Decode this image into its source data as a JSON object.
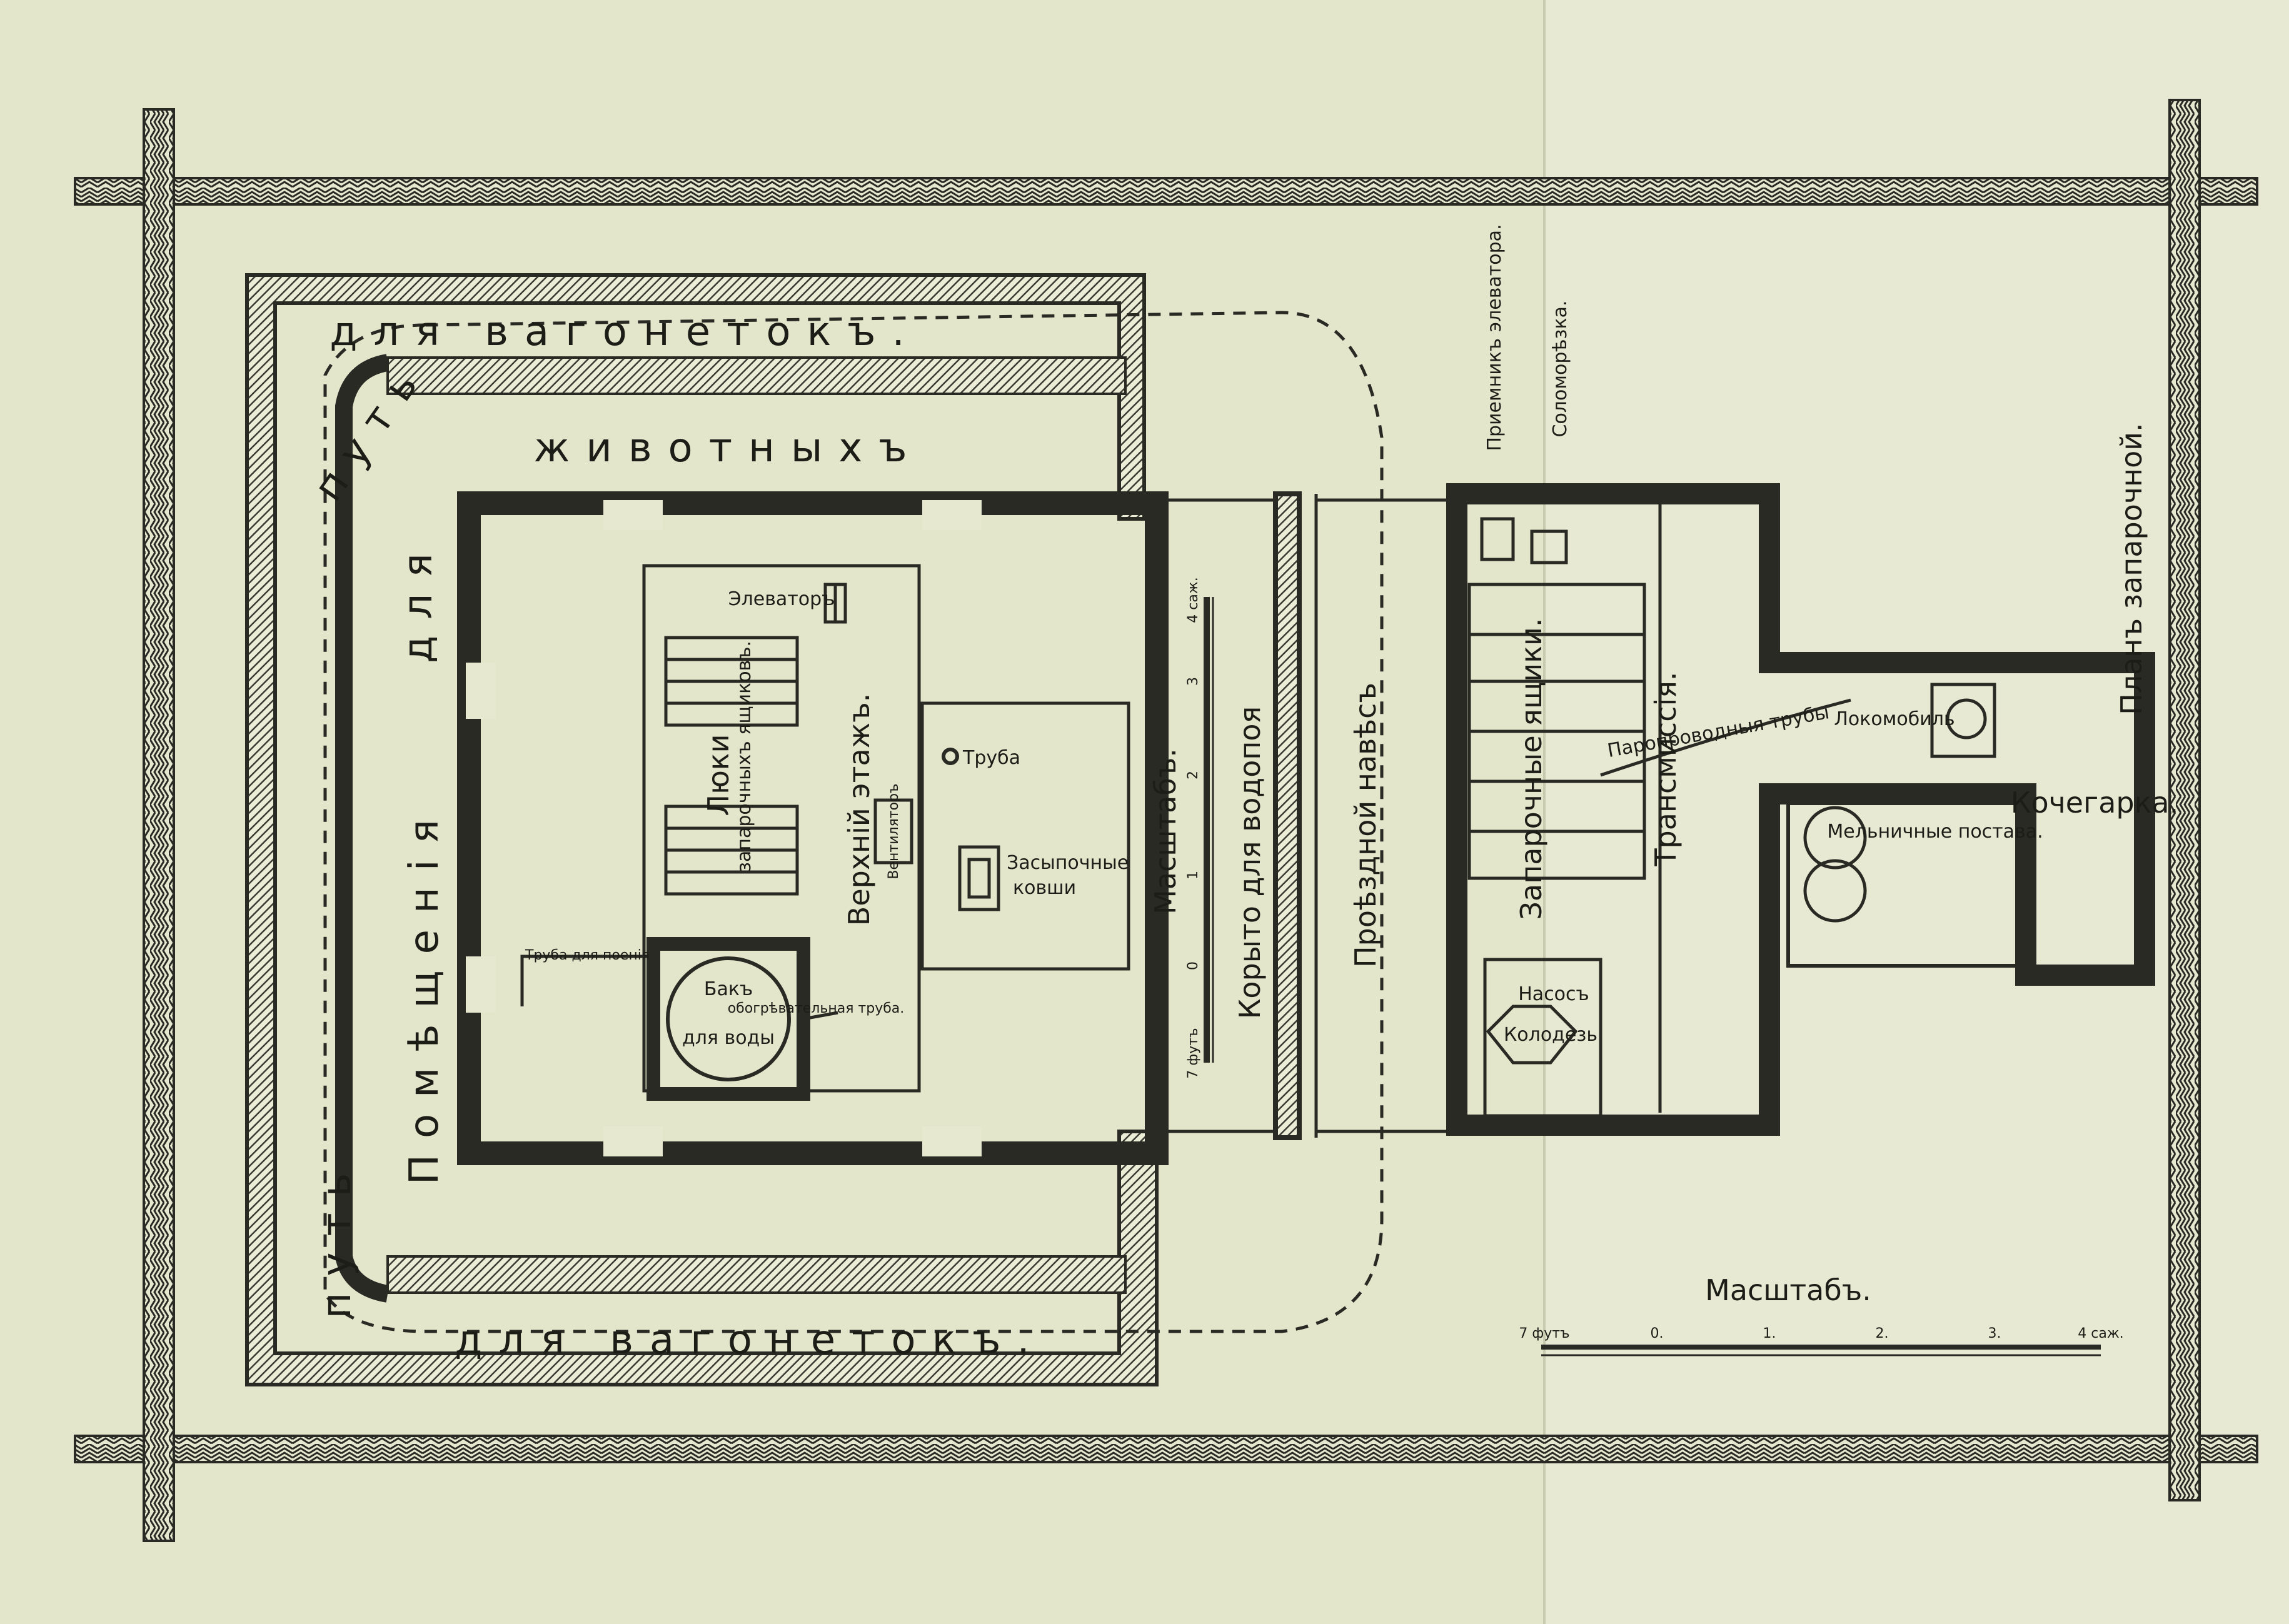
{
  "title": "Планъ запарочной.",
  "labels": {
    "put_top": "путь",
    "dlya_vagonetok_top": "для вагонетокъ.",
    "put_bottom": "путь",
    "dlya_vagonetok_bottom": "для вагонетокъ.",
    "zhivotnykh": "животныхъ",
    "pomeshcheniya": "Помѣщенія",
    "dlya": "для",
    "elevator": "Элеваторъ",
    "lyuki": "Люки",
    "zaparochnykh_yashchikov": "запарочныхъ ящиковъ.",
    "verkhniy_etazh": "Верхній этажъ.",
    "truba": "Труба",
    "zasypochnye": "Засыпочные",
    "kovshi": "ковши",
    "ventilyator": "Вентиляторъ",
    "truba_dlya_poenki": "Труба для поенія",
    "bak": "Бакъ",
    "obogrevatelnaya_truba": "обогрѣвательная труба.",
    "dlya_vody": "для воды",
    "masshtab_vertical": "Масштабъ.",
    "koryto_dlya_vodopoya": "Корыто для водопоя",
    "proezdnoy_naves": "Проѣздной навѣсъ",
    "priemnik_elevatora": "Приемникъ элеватора.",
    "solomoryezka": "Соломорѣзка.",
    "zaparochnye_yashchiki": "Запарочные ящики.",
    "paroprovodnaya_truba": "Паропроводныя трубы",
    "transmissiya": "Трансмиссія.",
    "lokomobil": "Локомобиль",
    "kochegarka": "Кочегарка.",
    "melnichnye_postava": "Мельничные постава.",
    "nasos": "Насосъ",
    "kolodets": "Колодезь",
    "masshtab_bottom": "Масштабъ."
  },
  "scale_vertical": {
    "ticks": [
      "4 саж.",
      "3",
      "2",
      "1",
      "0",
      "7 футъ"
    ]
  },
  "scale_bottom": {
    "ticks": [
      "7 футъ",
      "0.",
      "1.",
      "2.",
      "3.",
      "4 саж."
    ]
  },
  "colors": {
    "paper": "#e6e8cf",
    "ink": "#2a2a25",
    "wall_hatch": "#3a3a33"
  }
}
